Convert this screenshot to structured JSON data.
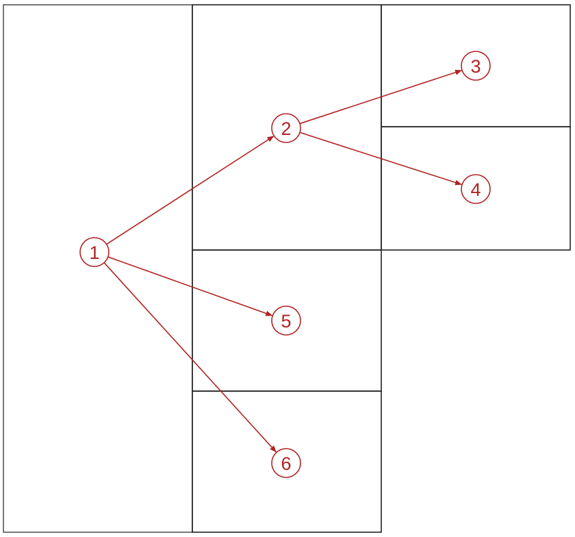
{
  "colors": {
    "node": "#b22222",
    "panel_border": "#555555",
    "panel_border_dark": "#222222"
  },
  "nodes": [
    {
      "id": "1",
      "label": "1"
    },
    {
      "id": "2",
      "label": "2"
    },
    {
      "id": "3",
      "label": "3"
    },
    {
      "id": "4",
      "label": "4"
    },
    {
      "id": "5",
      "label": "5"
    },
    {
      "id": "6",
      "label": "6"
    }
  ],
  "edges": [
    {
      "from": "1",
      "to": "2"
    },
    {
      "from": "2",
      "to": "3"
    },
    {
      "from": "2",
      "to": "4"
    },
    {
      "from": "1",
      "to": "5"
    },
    {
      "from": "1",
      "to": "6"
    }
  ]
}
